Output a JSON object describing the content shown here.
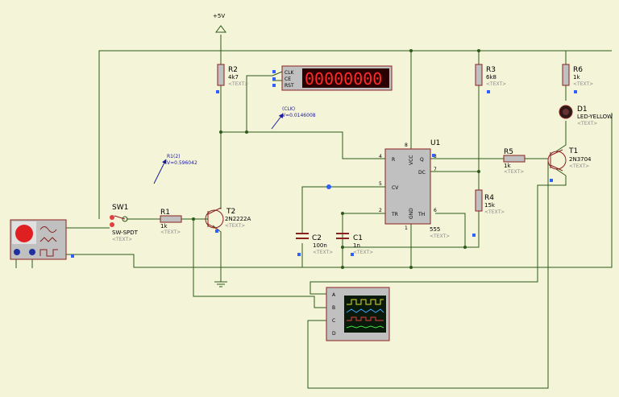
{
  "colors": {
    "background": "#f4f4d8",
    "wire": "#2d5a1a",
    "component": "#8a2020",
    "body": "#c0c0c0",
    "led": "#e03030",
    "probe": "#1a1aa0",
    "marker": "#3060ff"
  },
  "supply": {
    "label": "+5V"
  },
  "r2": {
    "ref": "R2",
    "value": "4k7",
    "text": "<TEXT>"
  },
  "r3": {
    "ref": "R3",
    "value": "6k8",
    "text": "<TEXT>"
  },
  "r6": {
    "ref": "R6",
    "value": "1k",
    "text": "<TEXT>"
  },
  "r5": {
    "ref": "R5",
    "value": "1k",
    "text": "<TEXT>"
  },
  "r4": {
    "ref": "R4",
    "value": "15k",
    "text": "<TEXT>"
  },
  "r1": {
    "ref": "R1",
    "value": "1k",
    "text": "<TEXT>"
  },
  "sw1": {
    "ref": "SW1",
    "value": "SW-SPDT",
    "text": "<TEXT>"
  },
  "t2": {
    "ref": "T2",
    "value": "2N2222A",
    "text": "<TEXT>"
  },
  "t1": {
    "ref": "T1",
    "value": "2N3704",
    "text": "<TEXT>"
  },
  "d1": {
    "ref": "D1",
    "value": "LED-YELLOW",
    "text": "<TEXT>"
  },
  "c1": {
    "ref": "C1",
    "value": "1n",
    "text": "<TEXT>"
  },
  "c2": {
    "ref": "C2",
    "value": "100n",
    "text": "<TEXT>"
  },
  "u1": {
    "ref": "U1",
    "value": "555",
    "text": "<TEXT>",
    "pins": {
      "r": "R",
      "vcc": "VCC",
      "q": "Q",
      "dc": "DC",
      "cv": "CV",
      "tr": "TR",
      "gnd": "GND",
      "th": "TH"
    },
    "pin_numbers": {
      "r": "4",
      "vcc": "8",
      "q": "3",
      "dc": "7",
      "cv": "5",
      "tr": "2",
      "gnd": "1",
      "th": "6"
    }
  },
  "counter": {
    "pins": [
      "CLK",
      "CE",
      "RST"
    ],
    "digits": "00000000"
  },
  "probes": {
    "clk_label": "(CLK)",
    "clk_value": "V=0.0146008",
    "r1_label": "R1(2)",
    "r1_value": "V=0.596042"
  },
  "oscilloscope": {
    "channels": [
      "A",
      "B",
      "C",
      "D"
    ]
  }
}
